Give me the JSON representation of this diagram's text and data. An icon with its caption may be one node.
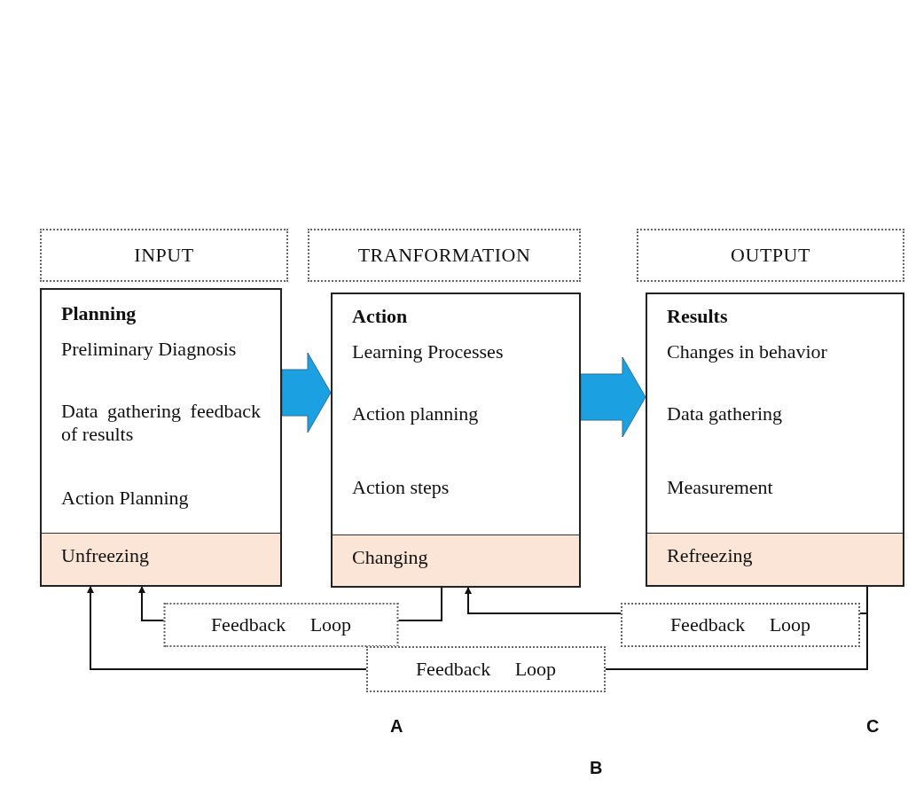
{
  "diagram": {
    "nodes": [
      {
        "text": [
          "INPUT"
        ]
      },
      {
        "text": [
          "TRANFORMATION"
        ]
      },
      {
        "text": [
          "OUTPUT"
        ]
      },
      {
        "text": [
          "Planning",
          "Preliminary Diagnosis",
          "Data gathering feedback of results",
          "Action Planning"
        ]
      },
      {
        "text": [
          "Unfreezing"
        ],
        "in": 3
      },
      {
        "text": [
          "Action",
          "Learning Processes",
          "Action planning",
          "Action steps"
        ]
      },
      {
        "text": [
          "Changing"
        ],
        "in": 5
      },
      {
        "text": [
          "Results",
          "Changes in behavior",
          "Data gathering",
          "Measurement"
        ]
      },
      {
        "text": [
          "Refreezing"
        ],
        "in": 7
      }
    ],
    "edges": [
      {
        "from": 3,
        "to": 5,
        "arrow": "to",
        "style": "thick",
        "color": "#1ba1e2"
      },
      {
        "from": 5,
        "to": 7,
        "arrow": "to",
        "style": "thick",
        "color": "#1ba1e2"
      },
      {
        "from": 6,
        "to": 4,
        "arrow": "to",
        "label": "Feedback Loop"
      },
      {
        "from": 8,
        "to": 6,
        "arrow": "to",
        "label": "Feedback Loop"
      },
      {
        "from": 8,
        "to": 4,
        "arrow": "to",
        "label": "Feedback Loop"
      }
    ],
    "labels": [
      "A",
      "B",
      "C"
    ]
  }
}
